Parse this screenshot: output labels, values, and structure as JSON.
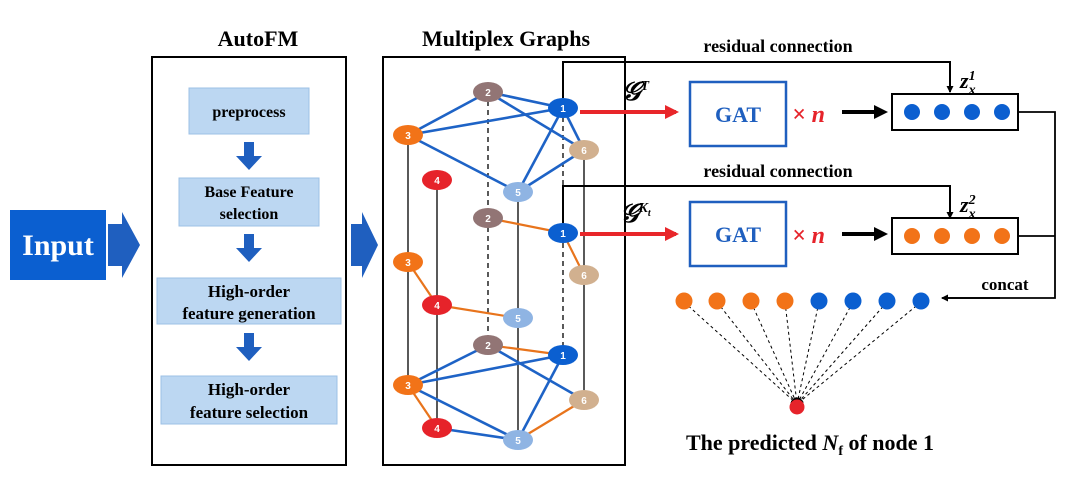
{
  "input_label": "Input",
  "autofm": {
    "title": "AutoFM",
    "steps": [
      [
        "preprocess"
      ],
      [
        "Base Feature",
        "selection"
      ],
      [
        "High-order",
        "feature generation"
      ],
      [
        "High-order",
        "feature selection"
      ]
    ]
  },
  "multiplex": {
    "title": "Multiplex Graphs",
    "node_labels": [
      "1",
      "2",
      "3",
      "4",
      "5",
      "6"
    ]
  },
  "branches": {
    "residual_label": "residual connection",
    "gat_label": "GAT",
    "times_n": "× n",
    "top": {
      "graph_symbol": "𝒢",
      "graph_sup": "T",
      "z_base": "z",
      "z_sub": "x",
      "z_sup": "1"
    },
    "bottom": {
      "graph_symbol": "𝒢",
      "graph_sup": "K",
      "graph_sup_sub": "t",
      "z_base": "z",
      "z_sub": "x",
      "z_sup": "2"
    }
  },
  "concat_label": "concat",
  "prediction": {
    "prefix": "The predicted ",
    "symbol": "N",
    "symbol_sub": "f",
    "suffix": " of node 1"
  },
  "colors": {
    "blue_dark": "#0b5fd0",
    "blue_light": "#8fb4e3",
    "orange": "#f27318",
    "red": "#e6232a",
    "mauve": "#927575",
    "tan": "#d1b08f",
    "arrow_blue": "#1f5fbf",
    "step_bg": "#bcd7f2",
    "red_arrow": "#e8262a",
    "graph_edge_blue": "#1e63c6",
    "graph_edge_orange": "#e8741c"
  }
}
